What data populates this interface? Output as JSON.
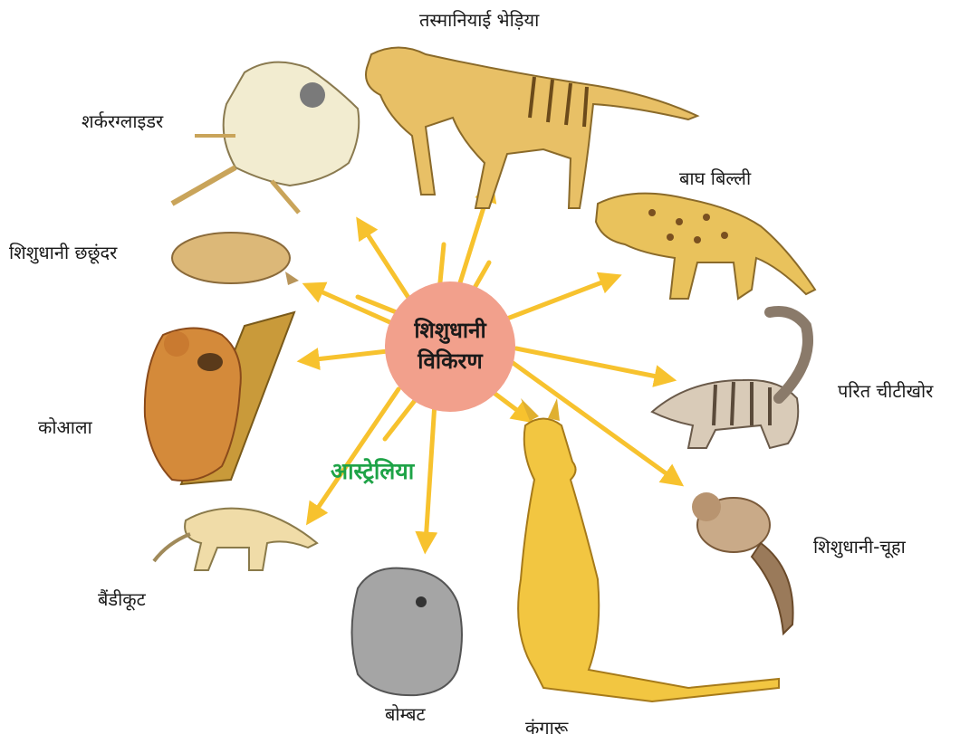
{
  "diagram": {
    "center": {
      "line1": "शिशुधानी",
      "line2": "विकिरण",
      "fill": "#f2a08c"
    },
    "region_label": "आस्ट्रेलिया",
    "region_color": "#1ea347",
    "arrow_color": "#f7c22e",
    "animals": [
      {
        "id": "tasmanian-wolf",
        "label": "तस्मानियाई भेड़िया",
        "icon": "tasmanian-wolf-icon"
      },
      {
        "id": "tiger-cat",
        "label": "बाघ बिल्ली",
        "icon": "tiger-cat-icon"
      },
      {
        "id": "numbat",
        "label": "परित चीटीखोर",
        "icon": "numbat-icon"
      },
      {
        "id": "marsupial-mouse",
        "label": "शिशुधानी-चूहा",
        "icon": "marsupial-mouse-icon"
      },
      {
        "id": "kangaroo",
        "label": "कंगारू",
        "icon": "kangaroo-icon"
      },
      {
        "id": "wombat",
        "label": "बोम्बट",
        "icon": "wombat-icon"
      },
      {
        "id": "bandicoot",
        "label": "बैंडीकूट",
        "icon": "bandicoot-icon"
      },
      {
        "id": "koala",
        "label": "कोआला",
        "icon": "koala-icon"
      },
      {
        "id": "marsupial-mole",
        "label": "शिशुधानी छछूंदर",
        "icon": "marsupial-mole-icon"
      },
      {
        "id": "sugar-glider",
        "label": "शर्करग्लाइडर",
        "icon": "sugar-glider-icon"
      }
    ]
  }
}
